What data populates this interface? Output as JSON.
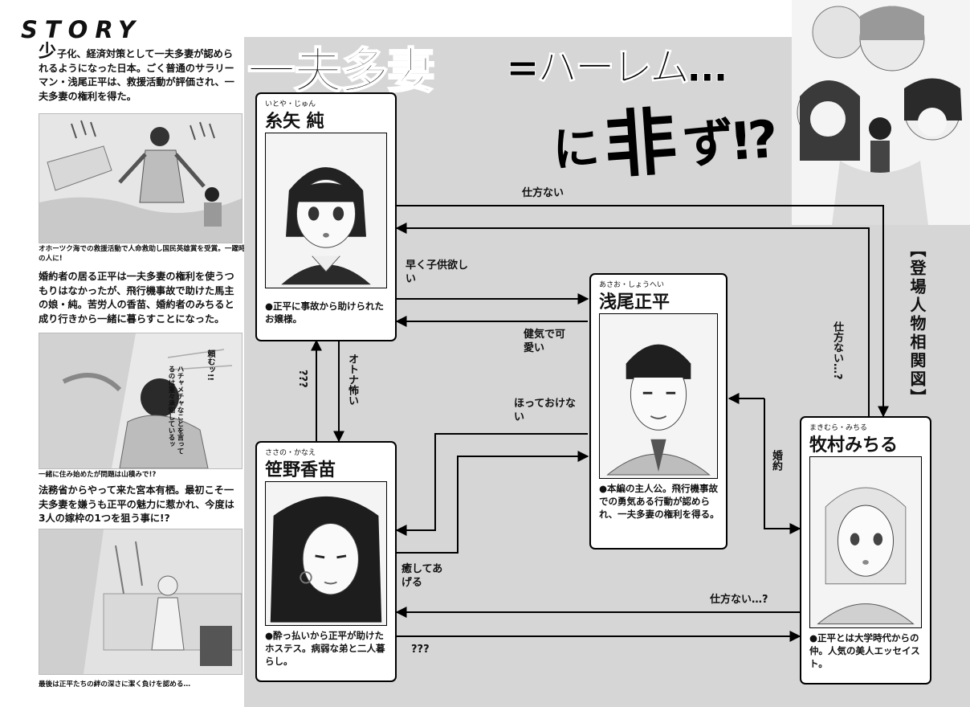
{
  "story": {
    "title": "STORY",
    "para1_first": "少",
    "para1_rest": "子化、経済対策として一夫多妻が認められるようになった日本。ごく普通のサラリーマン・浅尾正平は、救援活動が評価され、一夫多妻の権利を得た。",
    "caption1": "オホーツク海での救援活動で人命救助し国民英雄賞を受賞。一躍時の人に!",
    "para2": "婚約者の居る正平は一夫多妻の権利を使うつもりはなかったが、飛行機事故で助けた馬主の娘・純。苦労人の香苗、婚約者のみちると成り行きから一緒に暮らすことになった。",
    "sfx2a": "頼むッ!!",
    "sfx2b": "ハチャメチャなことを言ってるのは重々承知しているッ",
    "caption2": "一緒に住み始めたが問題は山積みで!?",
    "para3": "法務省からやって来た宮本有栖。最初こそ一夫多妻を嫌うも正平の魅力に惹かれ、今度は3人の嫁枠の1つを狙う事に!?",
    "caption3": "最後は正平たちの絆の深さに潔く負けを認める…"
  },
  "headline": {
    "part1": "一夫多妻",
    "part2": "=ハーレム…",
    "part3a": "に",
    "part3b": "非",
    "part3c": "ず!?"
  },
  "chart_title": "【登場人物相関図】",
  "characters": {
    "jun": {
      "ruby": "いとや・じゅん",
      "name": "糸矢 純",
      "desc": "●正平に事故から助けられたお嬢様。"
    },
    "shohei": {
      "ruby": "あさお・しょうへい",
      "name": "浅尾正平",
      "desc": "●本編の主人公。飛行機事故での勇気ある行動が認められ、一夫多妻の権利を得る。"
    },
    "kanae": {
      "ruby": "ささの・かなえ",
      "name": "笹野香苗",
      "desc": "●酔っ払いから正平が助けたホステス。病弱な弟と二人暮らし。"
    },
    "michiru": {
      "ruby": "まきむら・みちる",
      "name": "牧村みちる",
      "desc": "●正平とは大学時代からの仲。人気の美人エッセイスト。"
    }
  },
  "relations": {
    "jun_michiru_top": "仕方ない",
    "jun_shohei": "早く子供欲しい",
    "shohei_jun": "健気で可愛い",
    "jun_kanae": "???",
    "kanae_jun": "オトナ怖い",
    "shohei_kanae": "ほっておけない",
    "kanae_shohei": "癒してあげる",
    "michiru_jun": "仕方ない…?",
    "engaged": "婚約",
    "michiru_kanae": "仕方ない…?",
    "kanae_michiru": "???"
  }
}
